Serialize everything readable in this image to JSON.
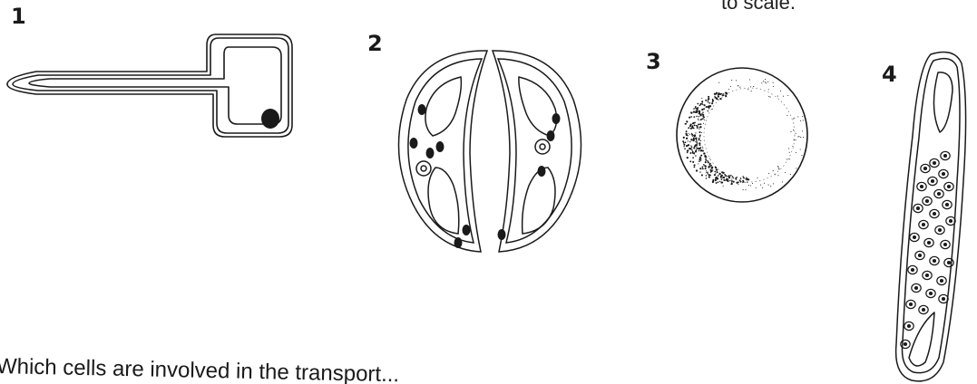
{
  "header": {
    "top_fragment": "to scale."
  },
  "cells": [
    {
      "id": "1",
      "label": "1",
      "icon": "root-hair-cell-icon"
    },
    {
      "id": "2",
      "label": "2",
      "icon": "guard-cells-icon"
    },
    {
      "id": "3",
      "label": "3",
      "icon": "red-blood-cell-icon"
    },
    {
      "id": "4",
      "label": "4",
      "icon": "palisade-cell-icon"
    }
  ],
  "question": {
    "text": "Which cells are involved in the transport..."
  },
  "colors": {
    "ink": "#1a1a1a",
    "background": "#ffffff"
  }
}
